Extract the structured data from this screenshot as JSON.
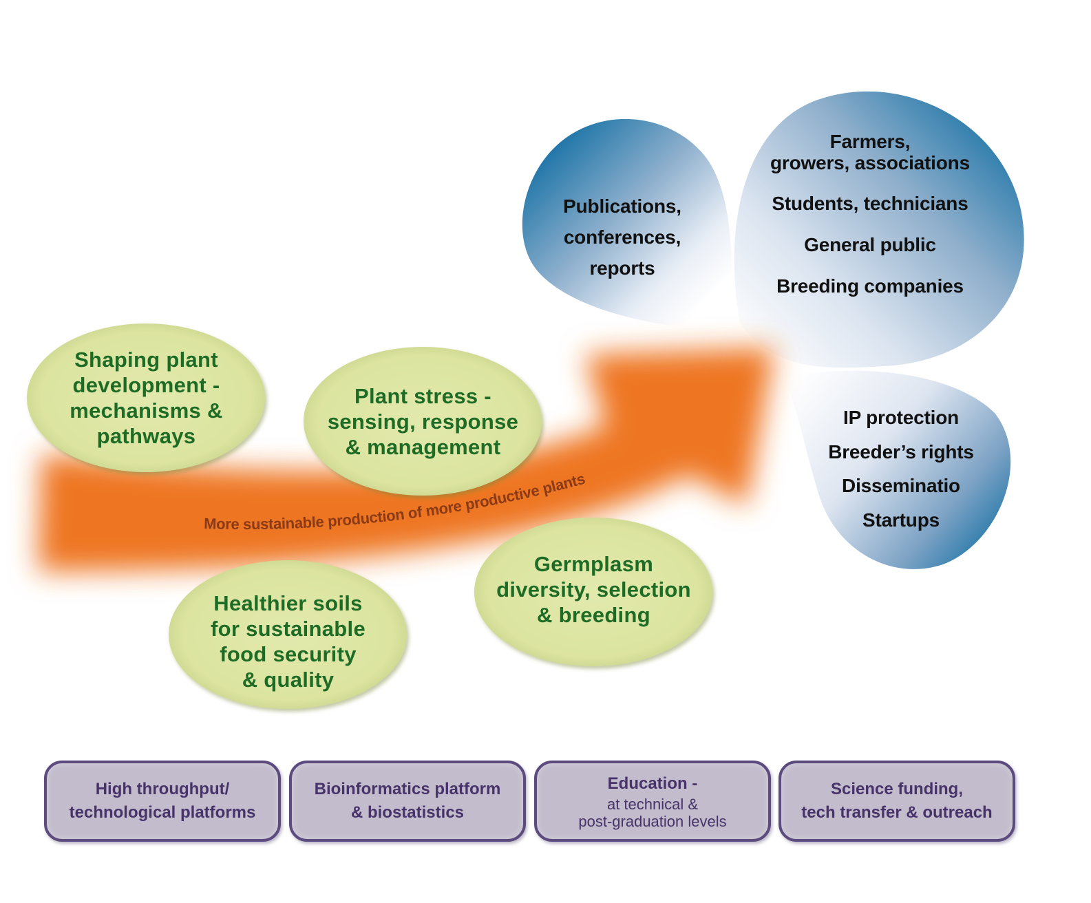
{
  "arrow": {
    "label": "More sustainable production of more productive plants",
    "color": "#ee7623"
  },
  "research_areas": [
    {
      "lines": [
        "Shaping plant",
        "development -",
        "mechanisms &",
        "pathways"
      ]
    },
    {
      "lines": [
        "Plant stress -",
        "sensing, response",
        "& management"
      ]
    },
    {
      "lines": [
        "Healthier soils",
        "for sustainable",
        "food security",
        "& quality"
      ]
    },
    {
      "lines": [
        "Germplasm",
        "diversity, selection",
        "& breeding"
      ]
    }
  ],
  "outputs": {
    "dissemination_petal": {
      "lines": [
        "Publications,",
        "conferences,",
        "reports"
      ]
    },
    "stakeholders_petal": {
      "items": [
        {
          "lines": [
            "Farmers,",
            "growers, associations"
          ]
        },
        {
          "lines": [
            "Students, technicians"
          ]
        },
        {
          "lines": [
            "General public"
          ]
        },
        {
          "lines": [
            "Breeding companies"
          ]
        }
      ]
    },
    "innovation_petal": {
      "items": [
        "IP protection",
        "Breeder’s rights",
        "Disseminatio",
        "Startups"
      ]
    }
  },
  "platforms": [
    {
      "title": "High throughput/",
      "lines": [
        "technological platforms"
      ]
    },
    {
      "title": "Bioinformatics platform",
      "lines": [
        "& biostatistics"
      ]
    },
    {
      "title": "Education -",
      "lines": [
        "at technical  &",
        "post-graduation levels"
      ]
    },
    {
      "title": "Science funding,",
      "lines": [
        "tech transfer & outreach"
      ]
    }
  ],
  "colors": {
    "ellipse_fill": "#dfe6a4",
    "ellipse_text": "#1e6b26",
    "petal_blue": "#1f76a8",
    "platform_fill": "#c2bccc",
    "platform_border": "#5b4b7e",
    "platform_text": "#47336a"
  }
}
